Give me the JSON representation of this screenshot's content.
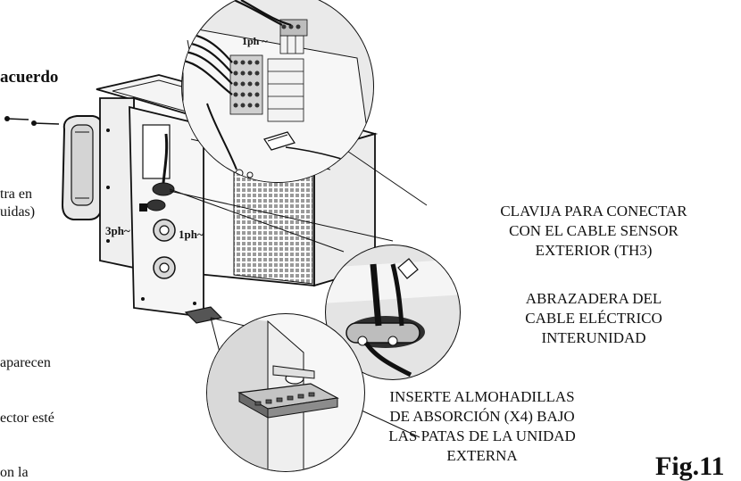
{
  "page_fragments": {
    "heading_fragment": "acuerdo",
    "frag_tra_en": "tra en",
    "frag_uidas": "uidas)",
    "frag_aparecen": "aparecen",
    "frag_ector_este": "ector esté",
    "frag_on_la": "on la"
  },
  "diagram_labels": {
    "one_phase_top": "1ph ~",
    "three_phase": "3ph~",
    "one_phase": "1ph~"
  },
  "callouts": {
    "sensor_plug": [
      "CLAVIJA PARA CONECTAR",
      "CON EL CABLE SENSOR",
      "EXTERIOR (TH3)"
    ],
    "cable_clamp": [
      "ABRAZADERA DEL",
      "CABLE ELÉCTRICO",
      "INTERUNIDAD"
    ],
    "pads": [
      "INSERTE ALMOHADILLAS",
      "DE ABSORCIÓN (X4) BAJO",
      "LAS PATAS DE LA UNIDAD",
      "EXTERNA"
    ]
  },
  "figure_label": "Fig.11",
  "colors": {
    "line": "#111111",
    "fill_light": "#f2f2f2",
    "fill_mid": "#c8c8c8",
    "fill_dark": "#3a3a3a",
    "panel": "#e6e6e6"
  }
}
